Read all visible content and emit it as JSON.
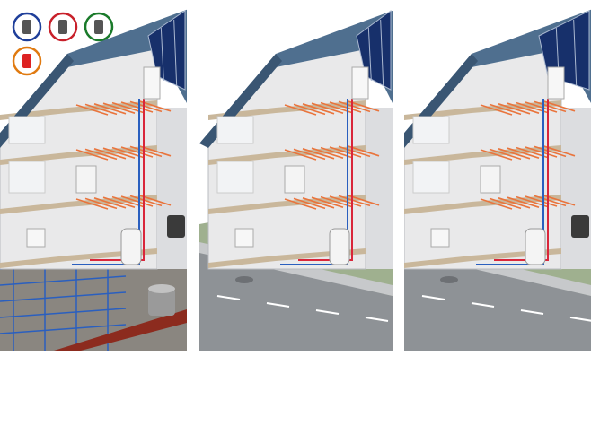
{
  "panels": [
    {
      "variant": "geothermal-heat-pump",
      "ground": "#b9b2a8",
      "has_icons": true,
      "has_outdoor_unit": true
    },
    {
      "variant": "gas-boiler",
      "ground": "#9fb08f",
      "has_icons": false,
      "has_outdoor_unit": false
    },
    {
      "variant": "air-heat-pump",
      "ground": "#9fb08f",
      "has_icons": false,
      "has_outdoor_unit": true
    }
  ],
  "colors": {
    "roof": "#4f6f8f",
    "roof_dark": "#3a5673",
    "solar": "#17306b",
    "wall": "#e9e9ea",
    "floor_heating": "#e9743c",
    "pipe_hot": "#d9263a",
    "pipe_cold": "#2a5fbf",
    "road": "#8e9296"
  }
}
